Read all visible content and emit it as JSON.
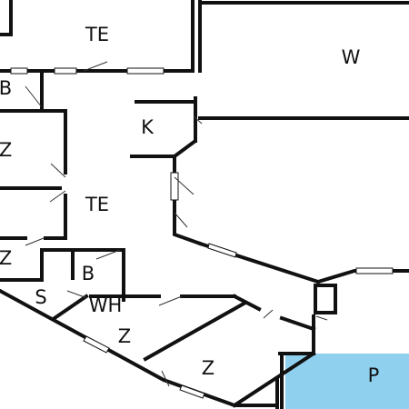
{
  "plan": {
    "rooms": [
      {
        "id": "te-top",
        "label": "TE"
      },
      {
        "id": "w",
        "label": "W"
      },
      {
        "id": "b-left",
        "label": "B"
      },
      {
        "id": "k",
        "label": "K"
      },
      {
        "id": "z-upper-left",
        "label": "Z"
      },
      {
        "id": "te-center",
        "label": "TE"
      },
      {
        "id": "z-mid-left",
        "label": "Z"
      },
      {
        "id": "b-small",
        "label": "B"
      },
      {
        "id": "s",
        "label": "S"
      },
      {
        "id": "wh",
        "label": "WH"
      },
      {
        "id": "z-lower",
        "label": "Z"
      },
      {
        "id": "z-bottom",
        "label": "Z"
      },
      {
        "id": "p",
        "label": "P"
      }
    ],
    "colors": {
      "wall": "#111111",
      "background": "#ffffff",
      "patio": "#8ed0ee"
    }
  }
}
